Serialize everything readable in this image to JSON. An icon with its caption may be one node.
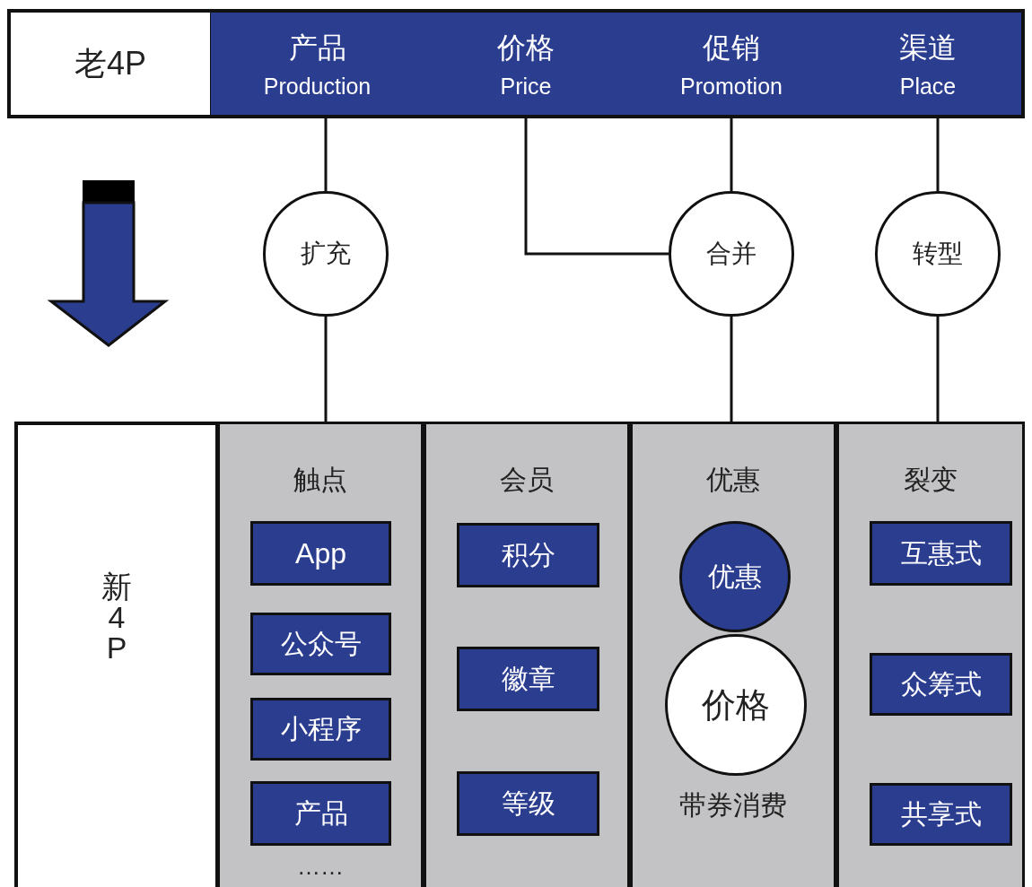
{
  "diagram": {
    "nodes": [
      {
        "text": [
          "老4P"
        ]
      },
      {
        "text": [
          "产品",
          "Production"
        ]
      },
      {
        "text": [
          "价格",
          "Price"
        ]
      },
      {
        "text": [
          "促销",
          "Promotion"
        ]
      },
      {
        "text": [
          "渠道",
          "Place"
        ]
      },
      {
        "text": [
          "扩充"
        ]
      },
      {
        "text": [
          "合并"
        ]
      },
      {
        "text": [
          "转型"
        ]
      },
      {
        "text": [
          "新4P"
        ]
      },
      {
        "text": [
          "触点",
          "……"
        ]
      },
      {
        "text": [
          "App"
        ],
        "in": 9
      },
      {
        "text": [
          "公众号"
        ],
        "in": 9
      },
      {
        "text": [
          "小程序"
        ],
        "in": 9
      },
      {
        "text": [
          "产品"
        ],
        "in": 9
      },
      {
        "text": [
          "会员"
        ]
      },
      {
        "text": [
          "积分"
        ],
        "in": 14
      },
      {
        "text": [
          "徽章"
        ],
        "in": 14
      },
      {
        "text": [
          "等级"
        ],
        "in": 14
      },
      {
        "text": [
          "优惠",
          "带券消费"
        ]
      },
      {
        "text": [
          "价格"
        ],
        "in": 18
      },
      {
        "text": [
          "优惠"
        ],
        "in": 18
      },
      {
        "text": [
          "裂变"
        ]
      },
      {
        "text": [
          "互惠式"
        ],
        "in": 21
      },
      {
        "text": [
          "众筹式"
        ],
        "in": 21
      },
      {
        "text": [
          "共享式"
        ],
        "in": 21
      }
    ],
    "edges": [
      {
        "from": 1,
        "to": 5,
        "arrow": "none"
      },
      {
        "from": 5,
        "to": 9,
        "arrow": "none"
      },
      {
        "from": 2,
        "to": 6,
        "arrow": "none"
      },
      {
        "from": 3,
        "to": 6,
        "arrow": "none"
      },
      {
        "from": 6,
        "to": 18,
        "arrow": "none"
      },
      {
        "from": 4,
        "to": 7,
        "arrow": "none"
      },
      {
        "from": 7,
        "to": 21,
        "arrow": "none"
      }
    ]
  }
}
